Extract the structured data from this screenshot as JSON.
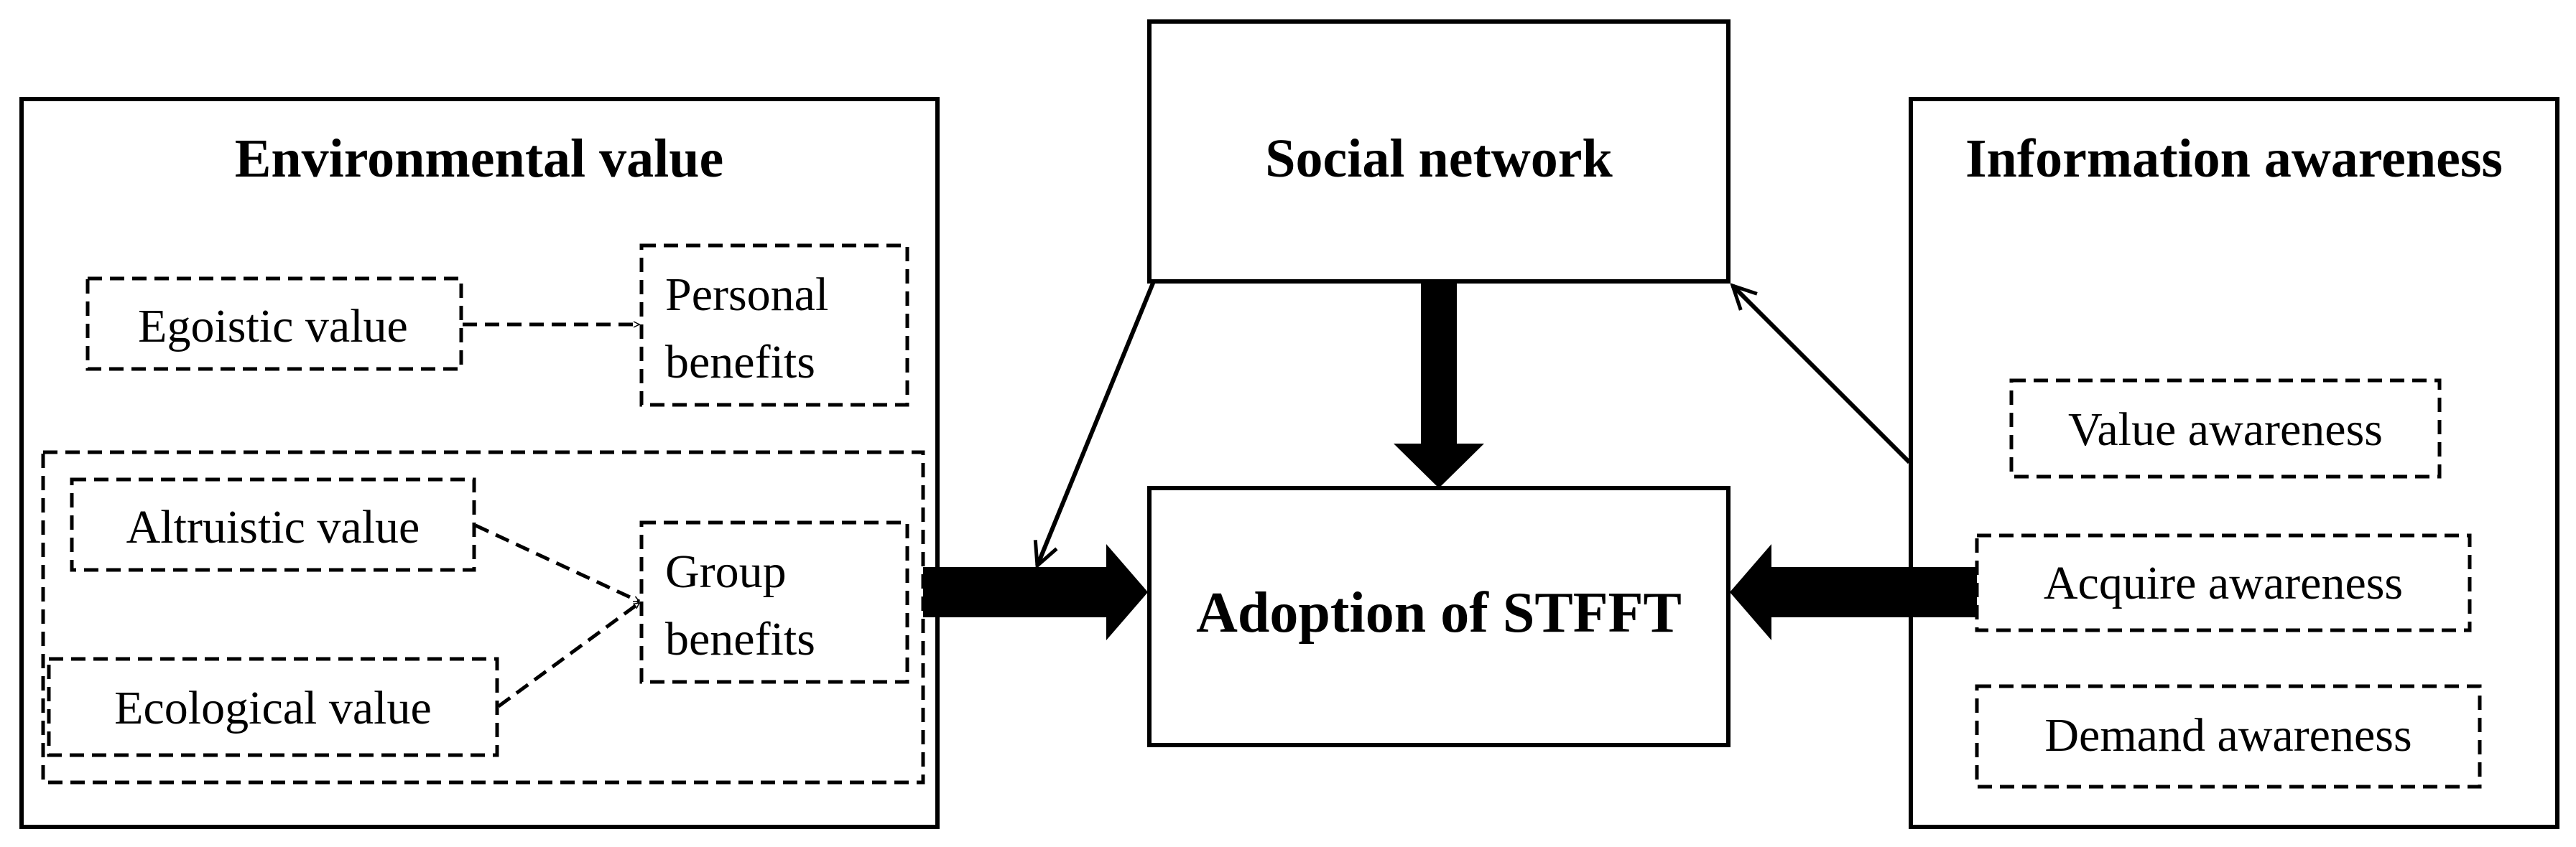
{
  "boxes": {
    "environmental": {
      "title": "Environmental value"
    },
    "social": {
      "title": "Social network"
    },
    "information": {
      "title": "Information awareness"
    },
    "adoption": {
      "title": "Adoption of STFFT"
    }
  },
  "values": {
    "egoistic": "Egoistic value",
    "altruistic": "Altruistic value",
    "ecological": "Ecological value"
  },
  "benefits": {
    "personal": [
      "Personal",
      "benefits"
    ],
    "group": [
      "Group",
      "benefits"
    ]
  },
  "awareness": {
    "value": "Value awareness",
    "acquire": "Acquire awareness",
    "demand": "Demand awareness"
  }
}
